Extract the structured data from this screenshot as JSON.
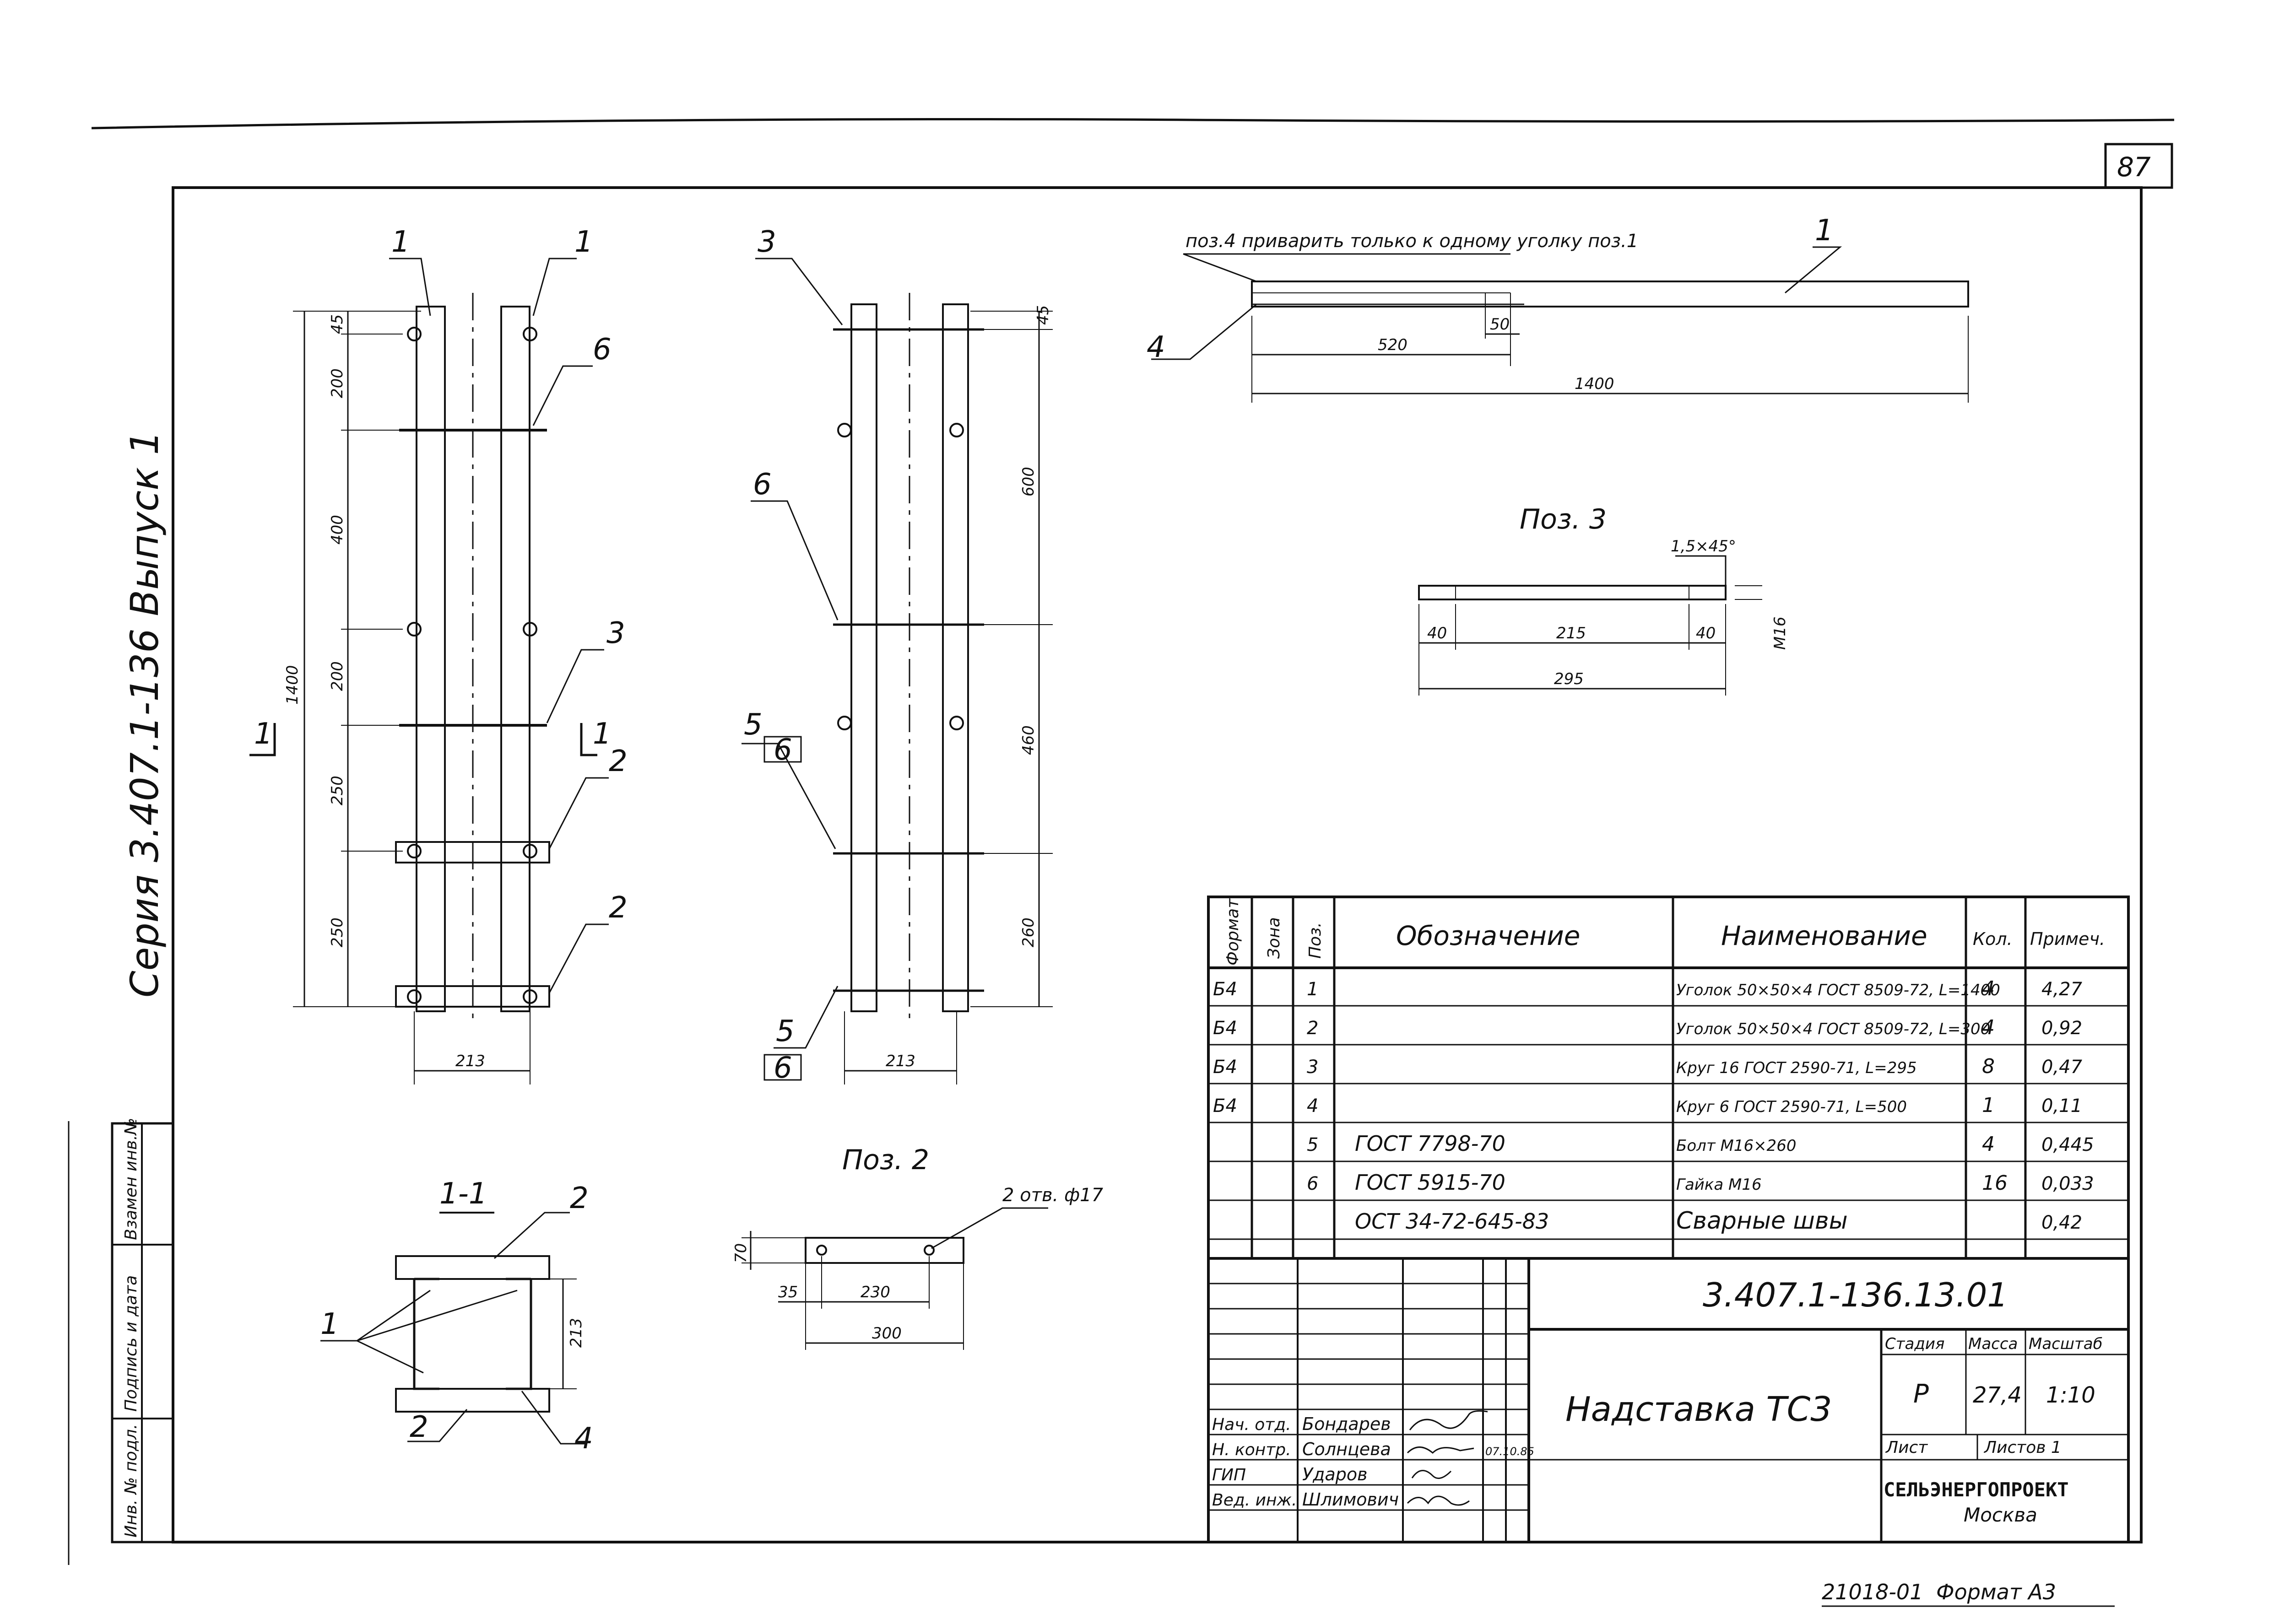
{
  "page_number": "87",
  "side_series": "Серия 3.407.1-136 Выпуск 1",
  "side_stamp": [
    "Инв. № подл.",
    "Подпись и дата",
    "Взамен инв.№"
  ],
  "footer": {
    "code": "21018-01",
    "format": "Формат А3"
  },
  "front_view": {
    "callouts": [
      "1",
      "1",
      "6",
      "3",
      "2",
      "2"
    ],
    "section_mark": "1",
    "overall_dim": "1400",
    "dims": [
      "45",
      "200",
      "400",
      "200",
      "250",
      "250"
    ],
    "width_dim": "213"
  },
  "side_view": {
    "callouts": [
      "3",
      "6",
      "5",
      "6",
      "5",
      "6"
    ],
    "dims": [
      "45",
      "600",
      "460",
      "260"
    ],
    "width_dim": "213"
  },
  "pos1": {
    "note": "поз.4 приварить только к одному уголку поз.1",
    "callouts": [
      "1",
      "4"
    ],
    "dims": [
      "50",
      "520",
      "1400"
    ]
  },
  "pos3": {
    "title": "Поз. 3",
    "chamfer": "1,5×45°",
    "thread": "М16",
    "dims": [
      "40",
      "215",
      "40",
      "295"
    ]
  },
  "section": {
    "title": "1-1",
    "callouts": [
      "2",
      "1",
      "2",
      "4"
    ],
    "dim": "213"
  },
  "pos2": {
    "title": "Поз. 2",
    "holes": "2 отв. ф17",
    "dims": [
      "70",
      "35",
      "230",
      "300"
    ]
  },
  "spec_table": {
    "headers": [
      "Формат",
      "Зона",
      "Поз.",
      "Обозначение",
      "Наименование",
      "Кол.",
      "Примеч."
    ],
    "rows": [
      [
        "Б4",
        "",
        "1",
        "",
        "Уголок 50×50×4 ГОСТ 8509-72, L=1400",
        "4",
        "4,27"
      ],
      [
        "Б4",
        "",
        "2",
        "",
        "Уголок 50×50×4 ГОСТ 8509-72, L=300",
        "4",
        "0,92"
      ],
      [
        "Б4",
        "",
        "3",
        "",
        "Круг 16 ГОСТ 2590-71, L=295",
        "8",
        "0,47"
      ],
      [
        "Б4",
        "",
        "4",
        "",
        "Круг 6 ГОСТ 2590-71, L=500",
        "1",
        "0,11"
      ],
      [
        "",
        "",
        "5",
        "ГОСТ 7798-70",
        "Болт М16×260",
        "4",
        "0,445"
      ],
      [
        "",
        "",
        "6",
        "ГОСТ 5915-70",
        "Гайка М16",
        "16",
        "0,033"
      ],
      [
        "",
        "",
        "",
        "ОСТ 34-72-645-83",
        "Сварные швы",
        "",
        "0,42"
      ]
    ]
  },
  "title_block": {
    "designation": "3.407.1-136.13.01",
    "name": "Надставка ТС3",
    "stage_label": "Стадия",
    "stage": "Р",
    "mass_label": "Масса",
    "mass": "27,4",
    "scale_label": "Масштаб",
    "scale": "1:10",
    "sheet_label": "Лист",
    "sheets_label": "Листов 1",
    "org": "СЕЛЬЭНЕРГОПРОЕКТ",
    "city": "Москва",
    "date": "07.10.85",
    "staff": [
      {
        "role": "Нач. отд.",
        "name": "Бондарев"
      },
      {
        "role": "Н. контр.",
        "name": "Солнцева"
      },
      {
        "role": "ГИП",
        "name": "Ударов"
      },
      {
        "role": "Вед. инж.",
        "name": "Шлимович"
      }
    ]
  }
}
